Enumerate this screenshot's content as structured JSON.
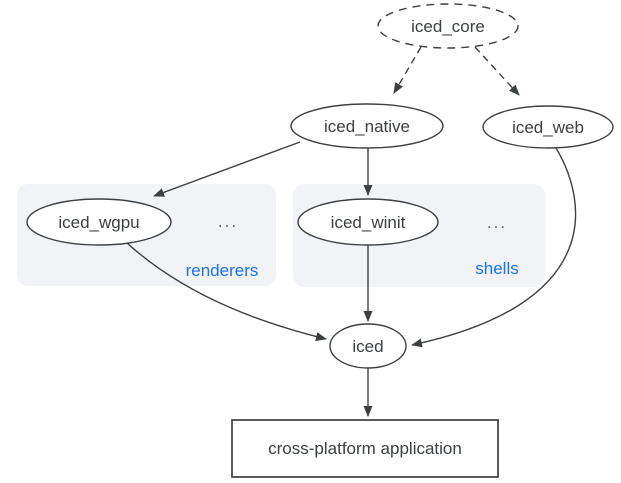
{
  "diagram": {
    "nodes": {
      "iced_core": {
        "label": "iced_core"
      },
      "iced_native": {
        "label": "iced_native"
      },
      "iced_web": {
        "label": "iced_web"
      },
      "iced_wgpu": {
        "label": "iced_wgpu"
      },
      "iced_winit": {
        "label": "iced_winit"
      },
      "iced": {
        "label": "iced"
      }
    },
    "groups": {
      "renderers": {
        "label": "renderers",
        "ellipsis": "..."
      },
      "shells": {
        "label": "shells",
        "ellipsis": "..."
      }
    },
    "output": {
      "label": "cross-platform application"
    },
    "edges": [
      {
        "from": "iced_core",
        "to": "iced_native",
        "style": "dashed"
      },
      {
        "from": "iced_core",
        "to": "iced_web",
        "style": "dashed"
      },
      {
        "from": "iced_native",
        "to": "iced_wgpu",
        "style": "solid"
      },
      {
        "from": "iced_native",
        "to": "iced_winit",
        "style": "solid"
      },
      {
        "from": "iced_wgpu",
        "to": "iced",
        "style": "solid"
      },
      {
        "from": "iced_winit",
        "to": "iced",
        "style": "solid"
      },
      {
        "from": "iced_web",
        "to": "iced",
        "style": "solid"
      },
      {
        "from": "iced",
        "to": "cross-platform application",
        "style": "solid"
      }
    ],
    "colors": {
      "background": "#ffffff",
      "stroke": "#3c4043",
      "text": "#3c4043",
      "group_fill": "#f1f3f7",
      "group_label": "#1a73e8",
      "ellipsis": "#5f6368"
    }
  }
}
